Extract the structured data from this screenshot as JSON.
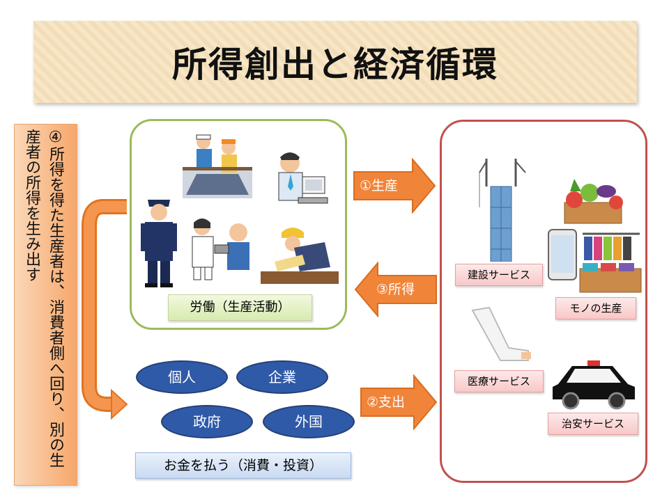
{
  "title": "所得創出と経済循環",
  "side_note": "④所得を得た生産者は、消費者側へ回り、別の生産者の所得を生み出す",
  "labor_label": "労働（生産活動）",
  "payment_label": "お金を払う（消費・投資）",
  "flows": {
    "production": "①生産",
    "income": "③所得",
    "spending": "②支出"
  },
  "actors": [
    "個人",
    "企業",
    "政府",
    "外国"
  ],
  "services": {
    "construction": "建設サービス",
    "goods": "モノの生産",
    "medical": "医療サービス",
    "security": "治安サービス"
  },
  "colors": {
    "green_border": "#9bbb59",
    "red_border": "#c0504d",
    "arrow_orange": "#f0853a",
    "ellipse_blue": "#2f5aa8"
  }
}
